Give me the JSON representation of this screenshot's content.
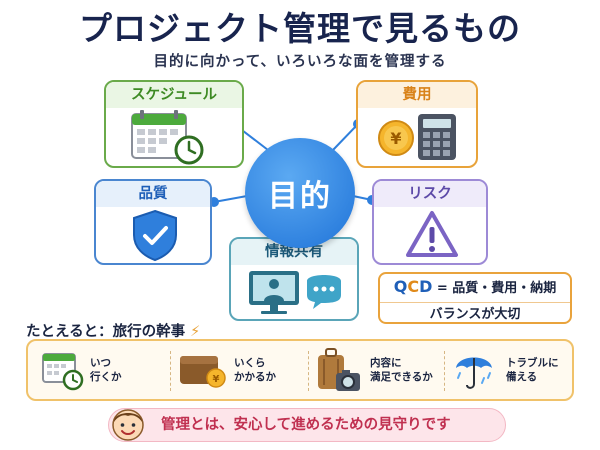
{
  "title": "プロジェクト管理で見るもの",
  "subtitle": "目的に向かって、いろいろな面を管理する",
  "hub_label": "目的",
  "cards": {
    "schedule": "スケジュール",
    "cost": "費用",
    "quality": "品質",
    "risk": "リスク",
    "info": "情報共有"
  },
  "cost_symbol": "¥",
  "qcd": {
    "q": "Q",
    "c": "C",
    "d": "D",
    "equation": "= 品質・費用・納期",
    "balance": "バランスが大切"
  },
  "example": {
    "label": "たとえると：旅行の幹事",
    "items": [
      {
        "line1": "いつ",
        "line2": "行くか"
      },
      {
        "line1": "いくら",
        "line2": "かかるか"
      },
      {
        "line1": "内容に",
        "line2": "満足できるか"
      },
      {
        "line1": "トラブルに",
        "line2": "備える"
      }
    ],
    "wallet_symbol": "¥"
  },
  "banner": "管理とは、安心して進めるための見守りです",
  "colors": {
    "hub": "#1f73d8",
    "schedule": "#6aaa4a",
    "cost": "#e8a33a",
    "quality": "#4a86d0",
    "risk": "#9d8ad6",
    "info": "#5aa5b8",
    "banner_text": "#c03050"
  },
  "icons": [
    "calendar-clock-icon",
    "coin-calculator-icon",
    "shield-check-icon",
    "warning-icon",
    "monitor-chat-icon",
    "wallet-icon",
    "suitcase-camera-icon",
    "umbrella-rain-icon",
    "smile-face-icon"
  ]
}
